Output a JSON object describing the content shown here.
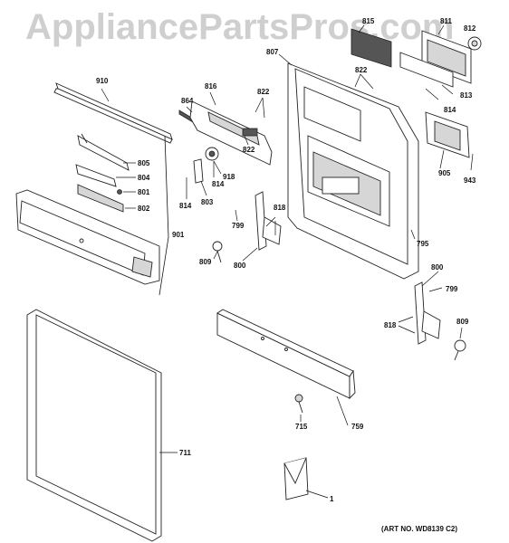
{
  "watermark": "AppliancePartsPros.com",
  "art_number": "(ART NO. WD8139 C2)",
  "callouts": {
    "c910": "910",
    "c805": "805",
    "c804": "804",
    "c801": "801",
    "c802": "802",
    "c901": "901",
    "c864": "864",
    "c816": "816",
    "c822a": "822",
    "c822b": "822",
    "c918": "918",
    "c814a": "814",
    "c814b": "814",
    "c803": "803",
    "c799a": "799",
    "c818a": "818",
    "c809a": "809",
    "c800a": "800",
    "c807": "807",
    "c815": "815",
    "c822c": "822",
    "c811": "811",
    "c812": "812",
    "c813": "813",
    "c814c": "814",
    "c905": "905",
    "c943": "943",
    "c795": "795",
    "c800b": "800",
    "c799b": "799",
    "c818b": "818",
    "c809b": "809",
    "c711": "711",
    "c715": "715",
    "c759": "759",
    "c1": "1"
  }
}
